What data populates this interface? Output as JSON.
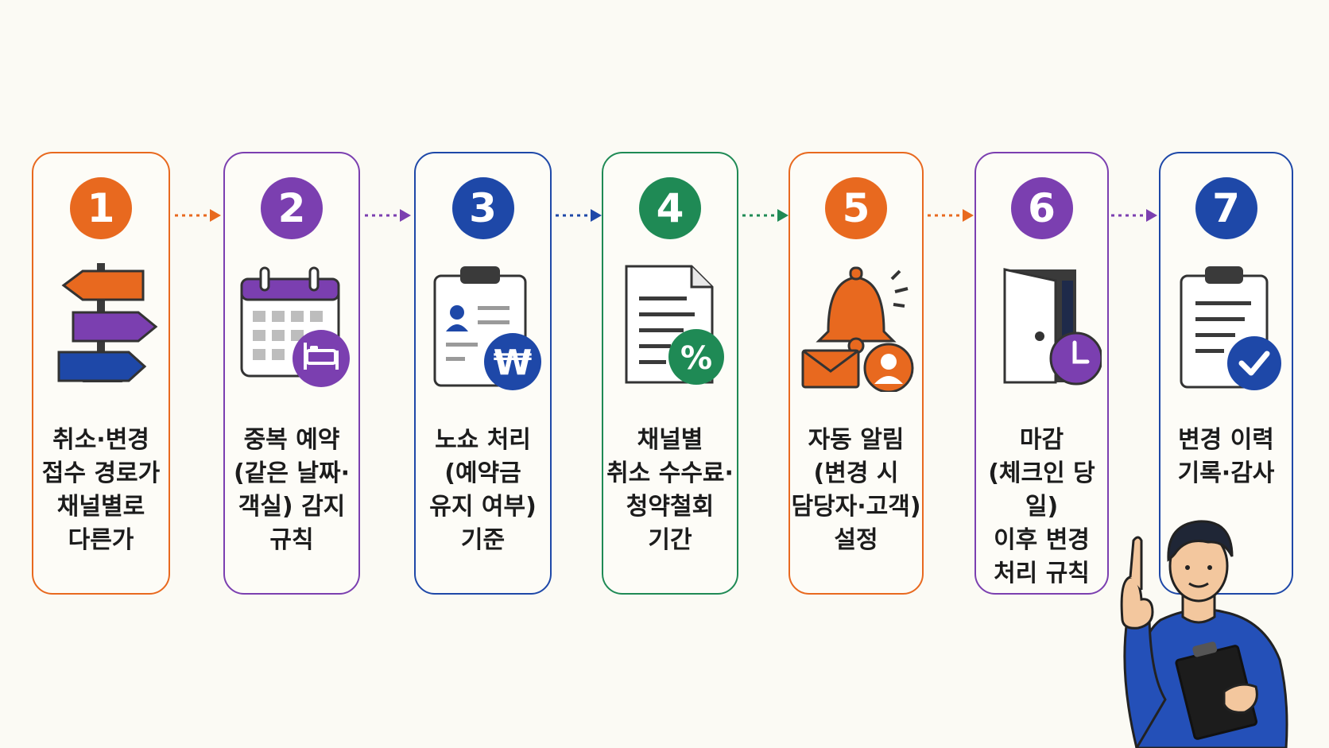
{
  "steps": [
    {
      "number": "1",
      "label": "취소·변경\n접수 경로가\n채널별로\n다른가",
      "color": "#e8691f",
      "icon": "signpost-icon"
    },
    {
      "number": "2",
      "label": "중복 예약\n(같은 날짜·\n객실) 감지\n규칙",
      "color": "#7b3fb0",
      "icon": "calendar-bed-icon"
    },
    {
      "number": "3",
      "label": "노쇼 처리\n(예약금\n유지 여부)\n기준",
      "color": "#1e48a8",
      "icon": "clipboard-won-icon"
    },
    {
      "number": "4",
      "label": "채널별\n취소 수수료·\n청약철회\n기간",
      "color": "#1f8a55",
      "icon": "document-percent-icon"
    },
    {
      "number": "5",
      "label": "자동 알림\n(변경 시\n담당자·고객)\n설정",
      "color": "#e8691f",
      "icon": "bell-mail-user-icon"
    },
    {
      "number": "6",
      "label": "마감\n(체크인 당일)\n이후 변경\n처리 규칙",
      "color": "#7b3fb0",
      "icon": "door-clock-icon"
    },
    {
      "number": "7",
      "label": "변경 이력\n기록·감사",
      "color": "#1e48a8",
      "icon": "clipboard-check-icon"
    }
  ],
  "won_symbol": "₩",
  "percent_symbol": "%"
}
